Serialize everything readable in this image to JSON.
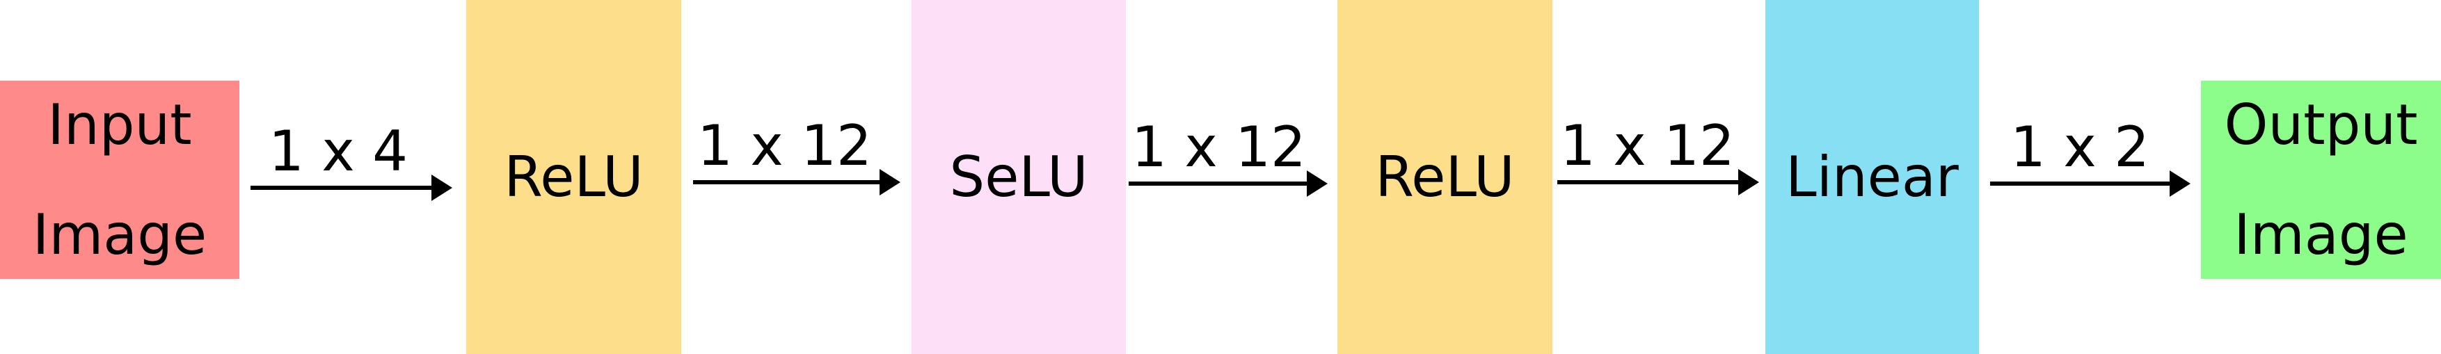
{
  "blocks": {
    "input": {
      "line1": "Input",
      "line2": "Image",
      "color": "#ff8a8a"
    },
    "relu1": {
      "label": "ReLU",
      "color": "#fdde8a"
    },
    "selu": {
      "label": "SeLU",
      "color": "#fddff7"
    },
    "relu2": {
      "label": "ReLU",
      "color": "#fdde8a"
    },
    "linear": {
      "label": "Linear",
      "color": "#86dff3"
    },
    "output": {
      "line1": "Output",
      "line2": "Image",
      "color": "#8cfd8a"
    }
  },
  "connections": [
    {
      "label": "1 x 4"
    },
    {
      "label": "1 x 12"
    },
    {
      "label": "1 x 12"
    },
    {
      "label": "1 x 12"
    },
    {
      "label": "1 x 2"
    }
  ]
}
